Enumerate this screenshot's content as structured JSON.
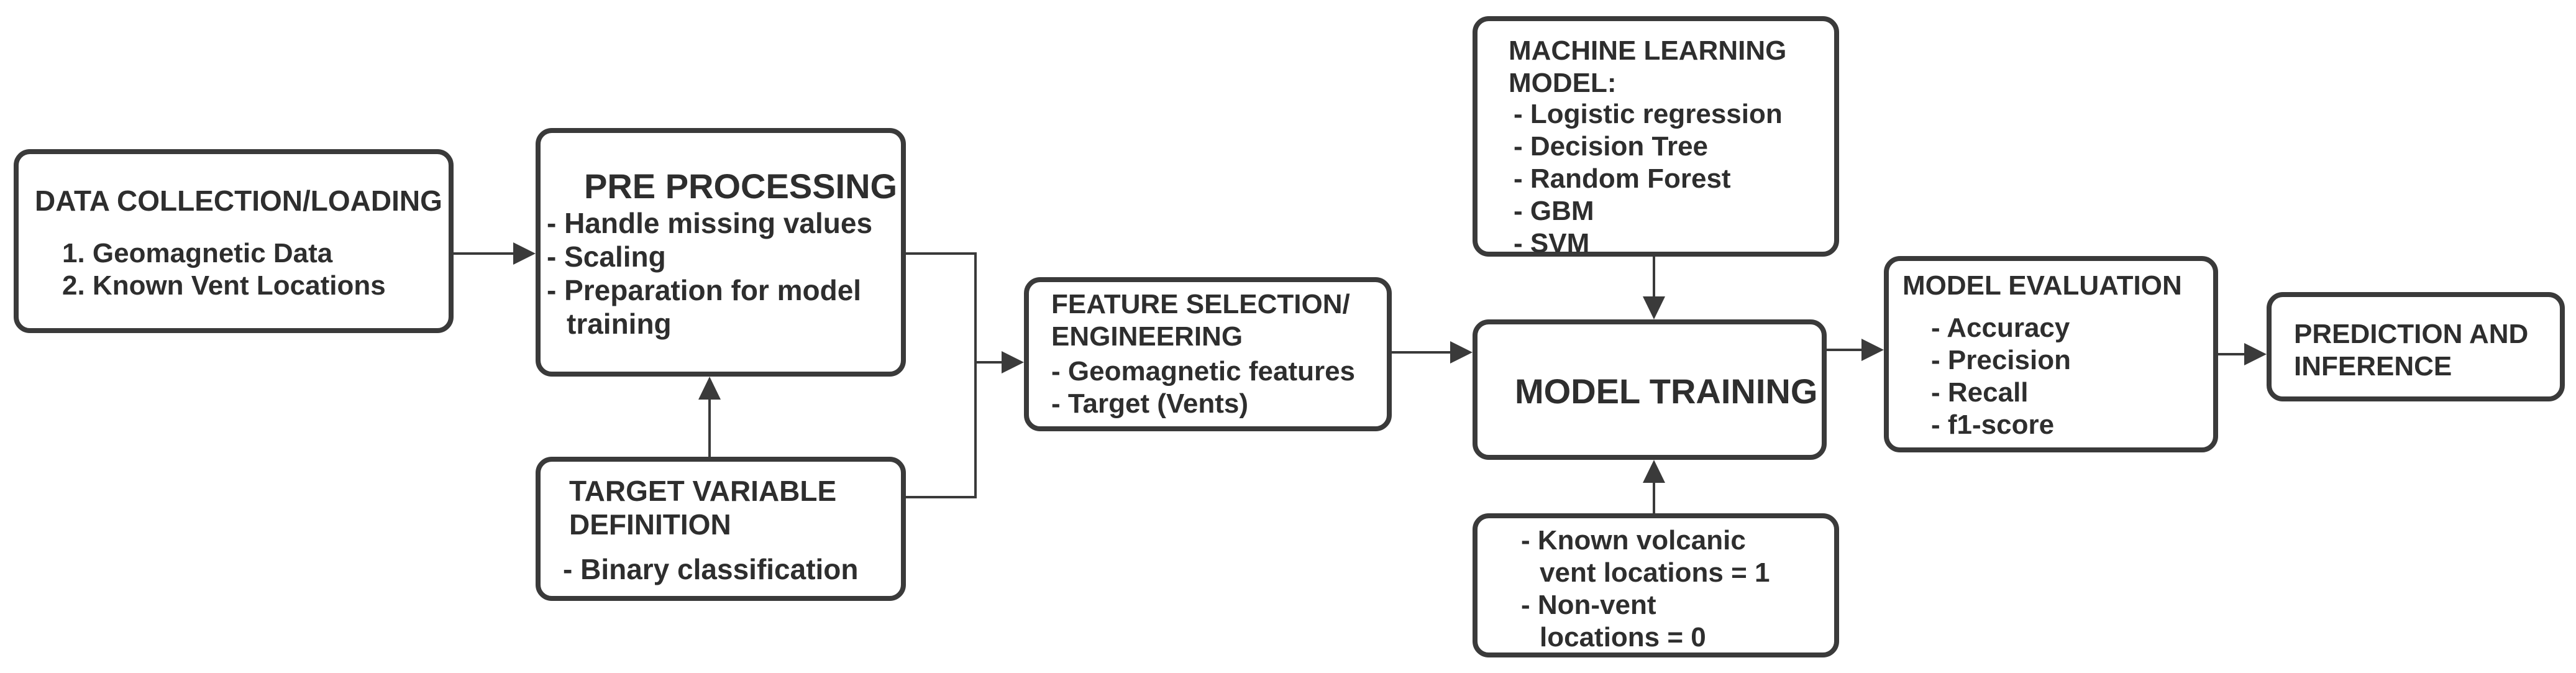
{
  "boxes": {
    "data_collection": {
      "title": "DATA COLLECTION/LOADING",
      "items": [
        "1. Geomagnetic Data",
        "2. Known Vent Locations"
      ]
    },
    "pre_processing": {
      "title": "PRE PROCESSING",
      "items": [
        "- Handle missing values",
        "- Scaling",
        "- Preparation for model",
        "training"
      ]
    },
    "target_variable": {
      "title_lines": [
        "TARGET VARIABLE",
        "DEFINITION"
      ],
      "items": [
        "- Binary classification"
      ]
    },
    "feature_selection": {
      "title_lines": [
        "FEATURE SELECTION/",
        "ENGINEERING"
      ],
      "items": [
        "- Geomagnetic features",
        "- Target (Vents)"
      ]
    },
    "ml_model": {
      "title_lines": [
        "MACHINE LEARNING",
        "MODEL:"
      ],
      "items": [
        "- Logistic regression",
        "- Decision Tree",
        "- Random Forest",
        "- GBM",
        "- SVM"
      ]
    },
    "model_training": {
      "title": "MODEL TRAINING"
    },
    "labels": {
      "items": [
        "- Known volcanic",
        "vent locations = 1",
        "- Non-vent",
        "locations = 0"
      ]
    },
    "model_evaluation": {
      "title": "MODEL EVALUATION",
      "items": [
        "- Accuracy",
        "- Precision",
        "- Recall",
        "- f1-score"
      ]
    },
    "prediction": {
      "title_lines": [
        "PREDICTION AND",
        "INFERENCE"
      ]
    }
  }
}
